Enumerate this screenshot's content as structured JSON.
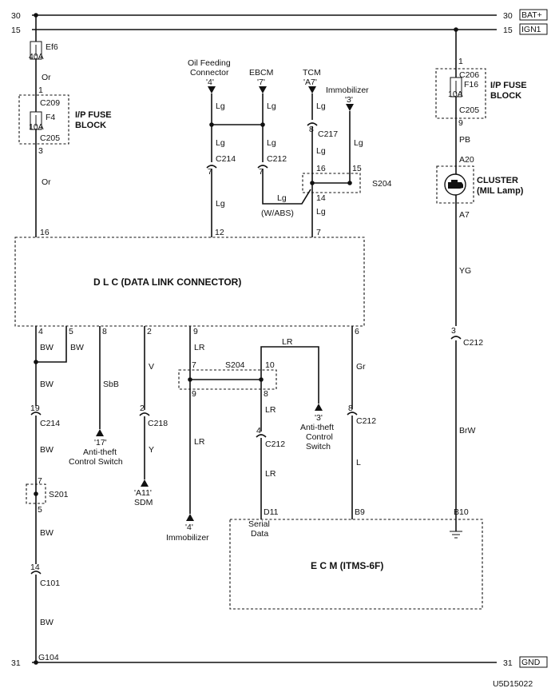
{
  "diagram": {
    "buses": {
      "bat_left": "30",
      "bat_right": "30",
      "bat_label": "BAT+",
      "ign_left": "15",
      "ign_right": "15",
      "ign_label": "IGN1",
      "gnd_left": "31",
      "gnd_right": "31",
      "gnd_label": "GND"
    },
    "left_circuit": {
      "fuse_ef6_name": "Ef6",
      "fuse_ef6_rating": "40A",
      "wire_or_1": "Or",
      "pin_c209": "1",
      "conn_c209": "C209",
      "fuse_f4_name": "F4",
      "fuse_f4_rating": "10A",
      "fuse_block_line1": "I/P FUSE",
      "fuse_block_line2": "BLOCK",
      "conn_c205": "C205",
      "pin_c205": "3",
      "wire_or_2": "Or"
    },
    "right_circuit": {
      "pin_c206": "1",
      "conn_c206": "C206",
      "fuse_f16_name": "F16",
      "fuse_f16_rating": "10A",
      "fuse_block_line1": "I/P FUSE",
      "fuse_block_line2": "BLOCK",
      "conn_c205": "C205",
      "pin_c205": "9",
      "wire_pb": "PB",
      "pin_a20": "A20",
      "cluster_line1": "CLUSTER",
      "cluster_line2": "(MIL Lamp)",
      "pin_a7": "A7",
      "wire_yg": "YG",
      "pin_c212": "3",
      "conn_c212": "C212",
      "wire_brw": "BrW",
      "ecm_pin": "B10"
    },
    "top_inputs": {
      "oil_line1": "Oil Feeding",
      "oil_line2": "Connector",
      "oil_ref": "'4'",
      "ebcm": "EBCM",
      "ebcm_ref": "'7'",
      "tcm": "TCM",
      "tcm_ref": "'A7'",
      "immobilizer": "Immobilizer",
      "immobilizer_ref": "'3'",
      "lg1": "Lg",
      "lg2": "Lg",
      "lg3": "Lg",
      "lg4": "Lg",
      "lg5": "Lg",
      "lg6": "Lg",
      "lg7": "Lg",
      "lg8": "Lg",
      "lg9": "Lg",
      "lg10": "Lg",
      "lg11": "Lg",
      "pin_c214": "7",
      "conn_c214": "C214",
      "pin_c212": "7",
      "conn_c212": "C212",
      "pin_c217": "8",
      "conn_c217": "C217",
      "wabs": "(W/ABS)",
      "s204_pin_16": "16",
      "s204_pin_15": "15",
      "s204_pin_14": "14",
      "s204_name": "S204"
    },
    "dlc": {
      "title": "D  L  C (DATA LINK CONNECTOR)",
      "pin_top_16": "16",
      "pin_top_12": "12",
      "pin_top_7": "7",
      "pin_b4": "4",
      "pin_b5": "5",
      "pin_b8": "8",
      "pin_b2": "2",
      "pin_b9": "9",
      "pin_b6": "6"
    },
    "ground_path": {
      "bw1": "BW",
      "bw2": "BW",
      "bw3": "BW",
      "pin_c214": "19",
      "conn_c214": "C214",
      "bw4": "BW",
      "s201_top": "7",
      "s201_name": "S201",
      "s201_bottom": "5",
      "bw5": "BW",
      "pin_c101": "14",
      "conn_c101": "C101",
      "bw6": "BW",
      "g104": "G104"
    },
    "lower_branches": {
      "sbb": "SbB",
      "atc17_ref": "'17'",
      "atc17_line1": "Anti-theft",
      "atc17_line2": "Control Switch",
      "v": "V",
      "pin_c218": "2",
      "conn_c218": "C218",
      "y": "Y",
      "sdm_ref": "'A11'",
      "sdm": "SDM",
      "lr1": "LR",
      "lr2": "LR",
      "lr3": "LR",
      "lr4": "LR",
      "lr5": "LR",
      "s204_name": "S204",
      "s204_pin_7": "7",
      "s204_pin_10": "10",
      "s204_pin_9": "9",
      "s204_pin_8": "8",
      "atc3_ref": "'3'",
      "atc3_line1": "Anti-theft",
      "atc3_line2": "Control",
      "atc3_line3": "Switch",
      "immob_ref": "'4'",
      "immob": "Immobilizer",
      "pin_c212_4": "4",
      "conn_c212_4": "C212",
      "gr": "Gr",
      "pin_c212_8": "8",
      "conn_c212_8": "C212",
      "l": "L"
    },
    "ecm": {
      "title": "E  C  M (ITMS-6F)",
      "pin_d11": "D11",
      "serial_line1": "Serial",
      "serial_line2": "Data",
      "pin_b9": "B9"
    },
    "figure_code": "U5D15022"
  }
}
